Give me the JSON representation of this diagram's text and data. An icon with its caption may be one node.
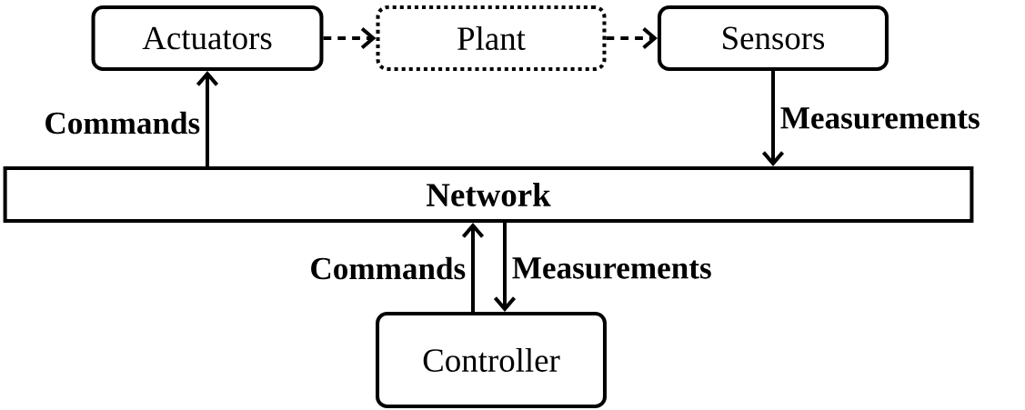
{
  "diagram": {
    "nodes": [
      {
        "text": [
          "Actuators"
        ]
      },
      {
        "text": [
          "Plant"
        ]
      },
      {
        "text": [
          "Sensors"
        ]
      },
      {
        "text": [
          "Network"
        ]
      },
      {
        "text": [
          "Controller"
        ]
      }
    ],
    "edges": [
      {
        "from": 0,
        "to": 1,
        "arrow": "to",
        "style": "dashed"
      },
      {
        "from": 1,
        "to": 2,
        "arrow": "to",
        "style": "dashed"
      },
      {
        "from": 3,
        "to": 0,
        "arrow": "to",
        "label": "Commands"
      },
      {
        "from": 2,
        "to": 3,
        "arrow": "to",
        "label": "Measurements"
      },
      {
        "from": 4,
        "to": 3,
        "arrow": "to",
        "label": "Commands"
      },
      {
        "from": 3,
        "to": 4,
        "arrow": "to",
        "label": "Measurements"
      }
    ]
  }
}
